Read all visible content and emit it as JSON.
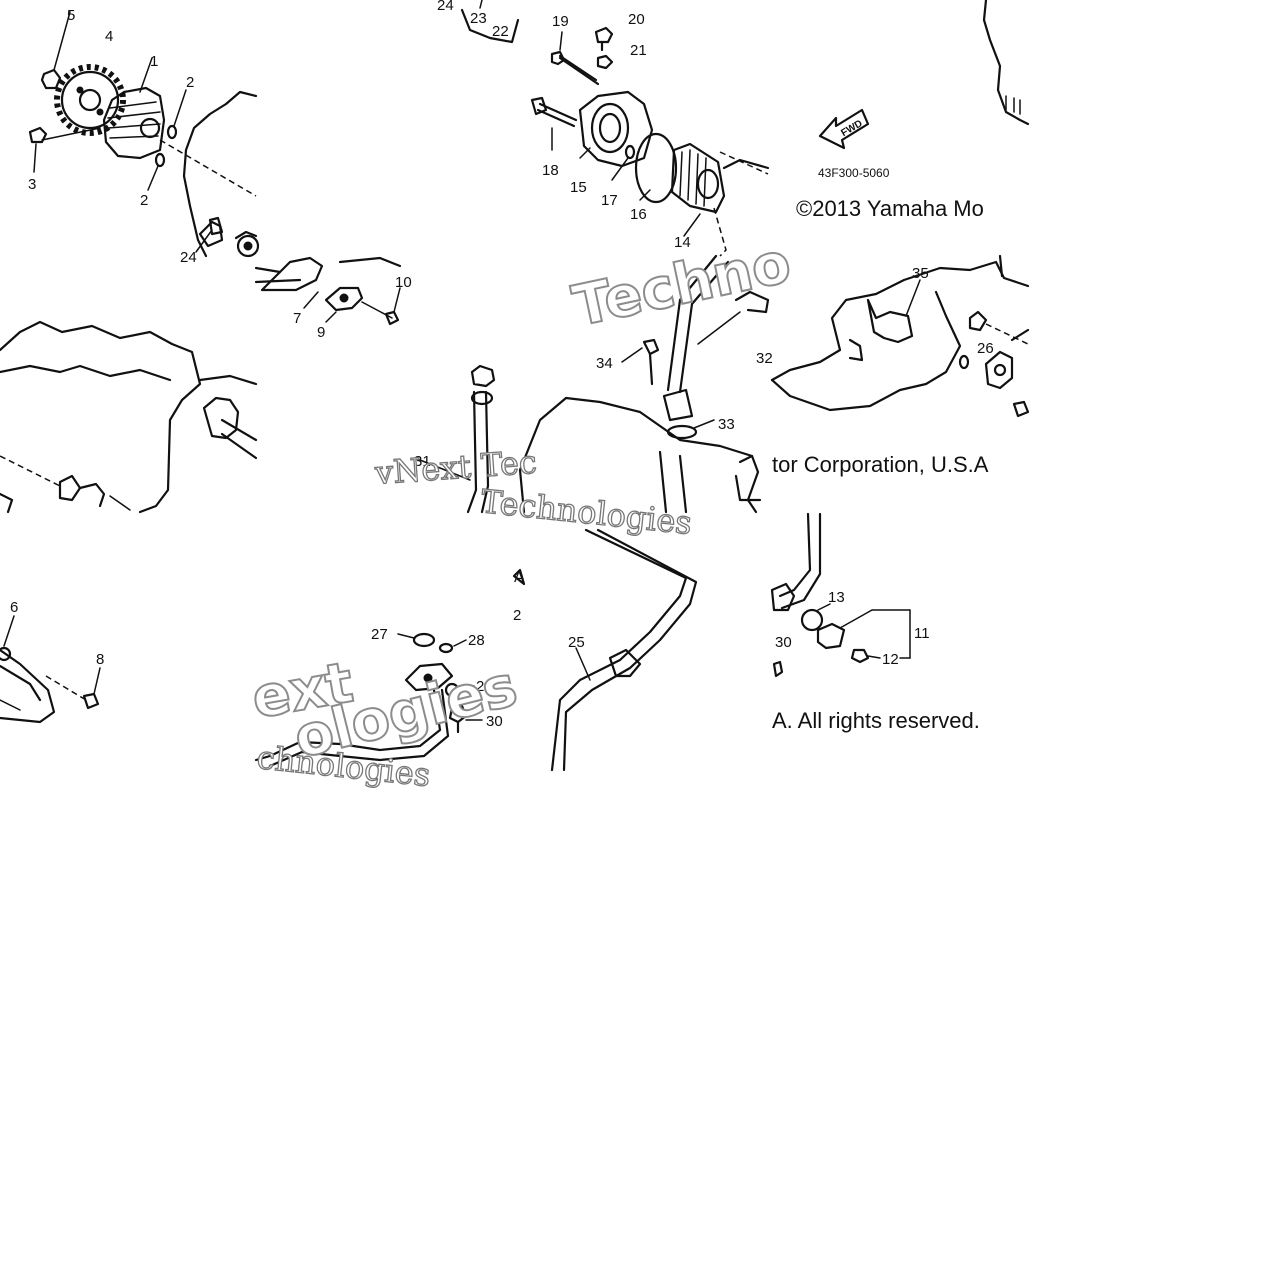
{
  "callouts": [
    {
      "id": "c5",
      "text": "5"
    },
    {
      "id": "c4",
      "text": "4"
    },
    {
      "id": "c1",
      "text": "1"
    },
    {
      "id": "c2a",
      "text": "2"
    },
    {
      "id": "c2b",
      "text": "2"
    },
    {
      "id": "c3",
      "text": "3"
    },
    {
      "id": "c24top",
      "text": "24"
    },
    {
      "id": "c23",
      "text": "23"
    },
    {
      "id": "c22",
      "text": "22"
    },
    {
      "id": "c19",
      "text": "19"
    },
    {
      "id": "c20",
      "text": "20"
    },
    {
      "id": "c21",
      "text": "21"
    },
    {
      "id": "c18",
      "text": "18"
    },
    {
      "id": "c15",
      "text": "15"
    },
    {
      "id": "c17",
      "text": "17"
    },
    {
      "id": "c16",
      "text": "16"
    },
    {
      "id": "c14",
      "text": "14"
    },
    {
      "id": "c24",
      "text": "24"
    },
    {
      "id": "c10",
      "text": "10"
    },
    {
      "id": "c7",
      "text": "7"
    },
    {
      "id": "c9",
      "text": "9"
    },
    {
      "id": "c34",
      "text": "34"
    },
    {
      "id": "c32",
      "text": "32"
    },
    {
      "id": "c35",
      "text": "35"
    },
    {
      "id": "c26",
      "text": "26"
    },
    {
      "id": "c33",
      "text": "33"
    },
    {
      "id": "c31",
      "text": "31"
    },
    {
      "id": "c6",
      "text": "6"
    },
    {
      "id": "c8",
      "text": "8"
    },
    {
      "id": "c27",
      "text": "27"
    },
    {
      "id": "c28",
      "text": "28"
    },
    {
      "id": "c29",
      "text": "29"
    },
    {
      "id": "c30a",
      "text": "30"
    },
    {
      "id": "c25",
      "text": "25"
    },
    {
      "id": "c13",
      "text": "13"
    },
    {
      "id": "c11",
      "text": "11"
    },
    {
      "id": "c30b",
      "text": "30"
    },
    {
      "id": "c12",
      "text": "12"
    },
    {
      "id": "cA",
      "text": "A"
    },
    {
      "id": "c2c",
      "text": "2"
    }
  ],
  "fwd_label": "FWD",
  "part_number": "43F300-5060",
  "copyright_1": "©2013 Yamaha Mo",
  "copyright_2": "tor Corporation, U.S.A",
  "copyright_3": "A. All rights reserved.",
  "watermarks": {
    "w1": "Techno",
    "w2": "vNext Tec",
    "w3": "Technologies",
    "w4": "ext",
    "w5": "ologies",
    "w6": "chnologies"
  }
}
